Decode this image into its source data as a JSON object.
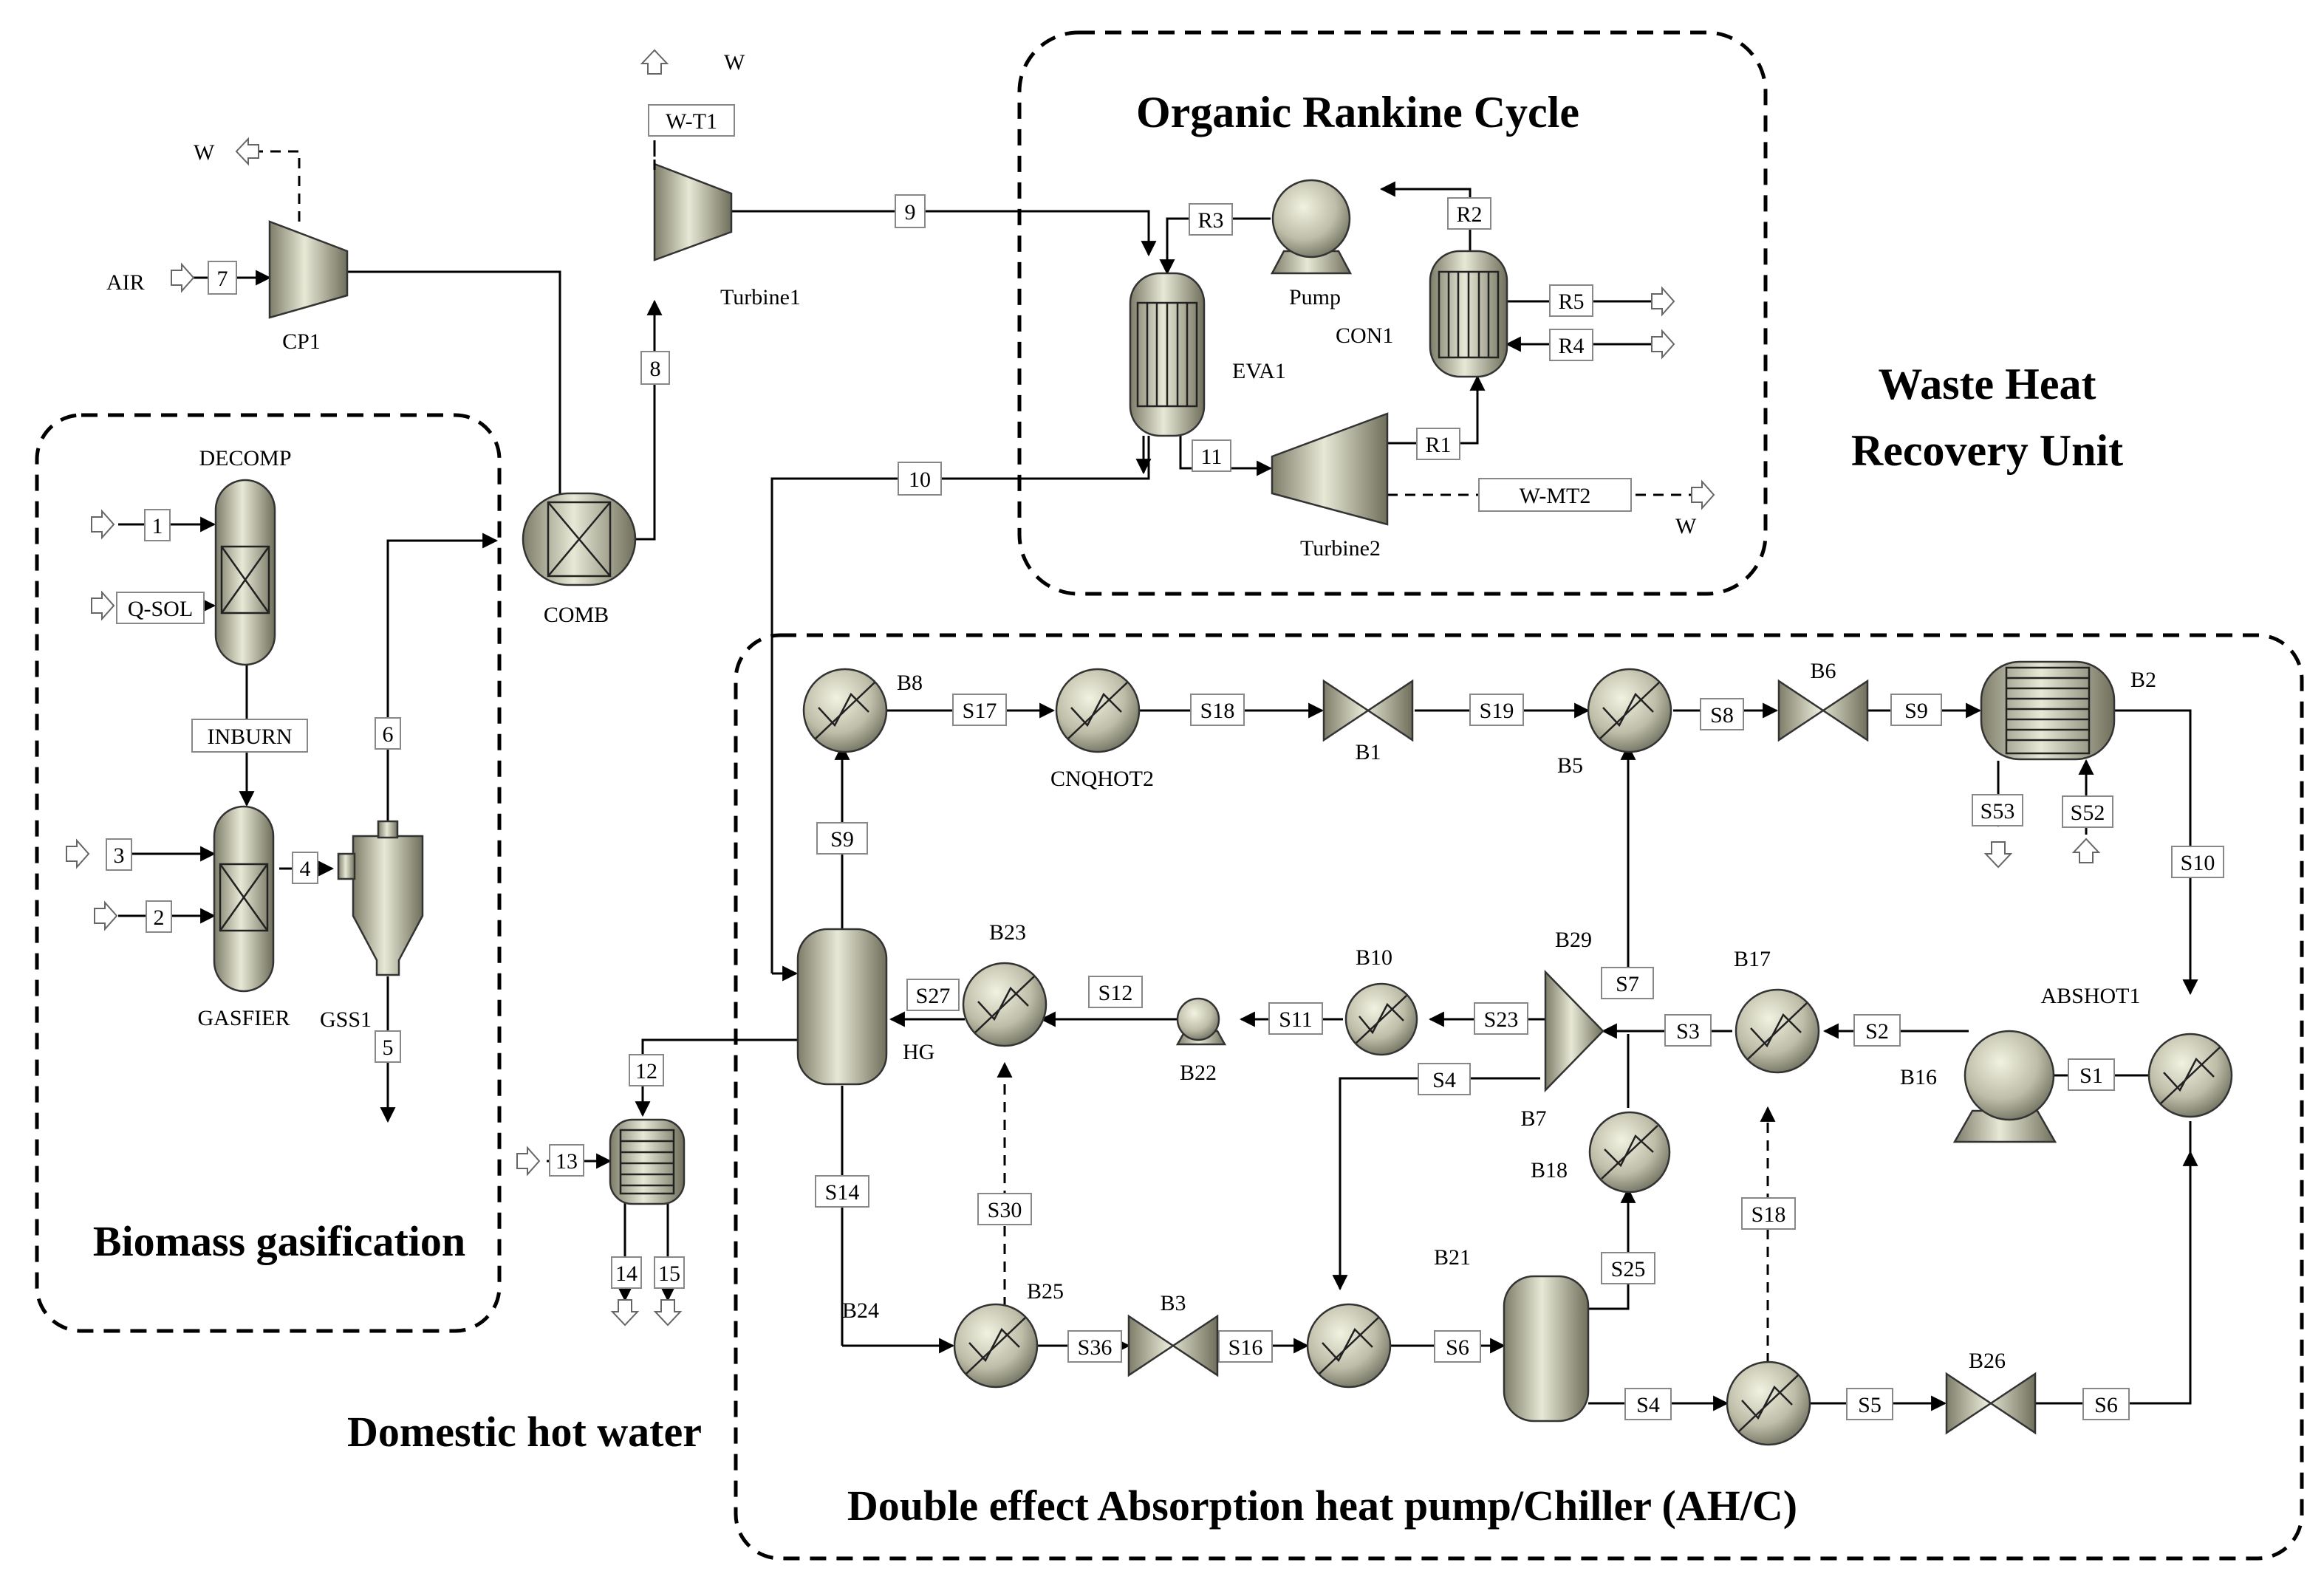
{
  "regions": {
    "orc": "Organic Rankine Cycle",
    "whru_line1": "Waste Heat",
    "whru_line2": "Recovery Unit",
    "biomass": "Biomass gasification",
    "dhw": "Domestic hot water",
    "ahc": "Double effect Absorption heat pump/Chiller (AH/C)"
  },
  "units": {
    "cp1": "CP1",
    "turbine1": "Turbine1",
    "comb": "COMB",
    "decomp": "DECOMP",
    "gasfier": "GASFIER",
    "gss1": "GSS1",
    "eva1": "EVA1",
    "pump": "Pump",
    "con1": "CON1",
    "turbine2": "Turbine2",
    "hg": "HG",
    "b8": "B8",
    "cnqhot2": "CNQHOT2",
    "b1": "B1",
    "b5": "B5",
    "b6": "B6",
    "b2": "B2",
    "b23": "B23",
    "b22": "B22",
    "b10": "B10",
    "b29": "B29",
    "b7": "B7",
    "b17": "B17",
    "b16": "B16",
    "abshot1": "ABSHOT1",
    "b18": "B18",
    "b21": "B21",
    "b24": "B24",
    "b25": "B25",
    "b3": "B3",
    "b26": "B26"
  },
  "labels": {
    "air": "AIR",
    "w_cp1": "W",
    "w_t1": "W",
    "w_mt2": "W"
  },
  "streams": {
    "s7": "7",
    "s9": "9",
    "s8": "8",
    "s10": "10",
    "s1": "1",
    "s2": "2",
    "s3": "3",
    "s4": "4",
    "s5": "5",
    "s6": "6",
    "s12": "12",
    "s13": "13",
    "s14": "14",
    "s15": "15",
    "qsol": "Q-SOL",
    "inburn": "INBURN",
    "wt1": "W-T1",
    "wmt2": "W-MT2",
    "r1": "R1",
    "r2": "R2",
    "r3": "R3",
    "r4": "R4",
    "r5": "R5",
    "r11": "11",
    "S17": "S17",
    "S18a": "S18",
    "S19": "S19",
    "S8": "S8",
    "S9a": "S9",
    "S9b": "S9",
    "S53": "S53",
    "S52": "S52",
    "S10": "S10",
    "S27": "S27",
    "S12": "S12",
    "S11": "S11",
    "S23": "S23",
    "S7": "S7",
    "S3": "S3",
    "S2": "S2",
    "S1": "S1",
    "S4a": "S4",
    "S14": "S14",
    "S30": "S30",
    "S18b": "S18",
    "S25": "S25",
    "S36": "S36",
    "S16": "S16",
    "S6a": "S6",
    "S4b": "S4",
    "S5": "S5",
    "S6b": "S6"
  }
}
